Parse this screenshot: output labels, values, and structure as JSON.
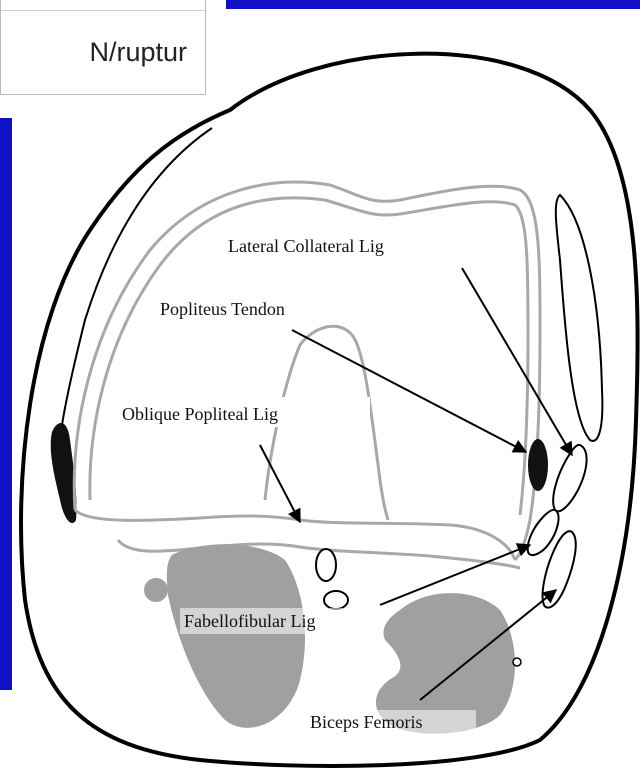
{
  "table_fragment": {
    "cell_text": "N/ruptur"
  },
  "diagram": {
    "labels": {
      "lateral_collateral": "Lateral Collateral Lig",
      "popliteus_tendon": "Popliteus Tendon",
      "oblique_popliteal": "Oblique Popliteal Lig",
      "fabellofibular": "Fabellofibular Lig",
      "biceps_femoris": "Biceps Femoris"
    }
  },
  "colors": {
    "accent_blue": "#1010c8",
    "tissue_gray": "#a0a0a0",
    "outline": "#000000"
  }
}
